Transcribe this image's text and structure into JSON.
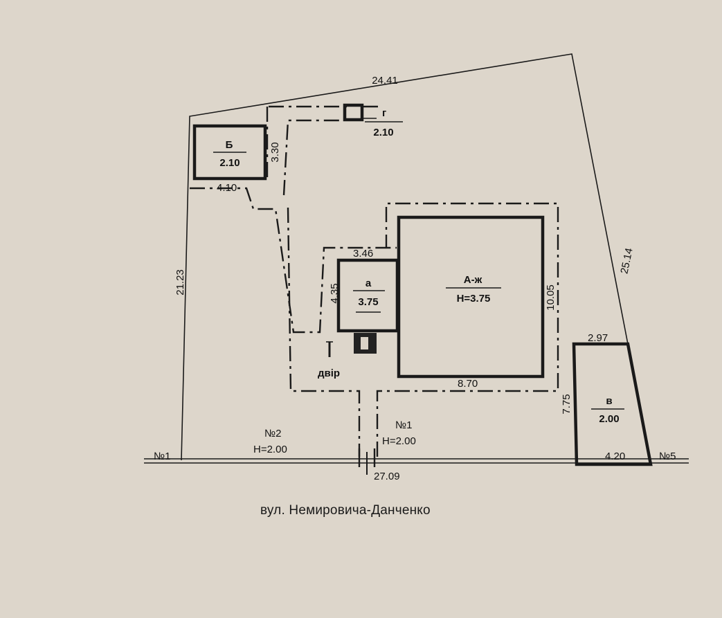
{
  "street": {
    "name": "вул. Немировича-Данченко"
  },
  "dimensions": {
    "top": "24.41",
    "left": "21.23",
    "right": "25.14",
    "bottom": "27.09",
    "b_vertical": "3.30",
    "b_bottom": "4.10",
    "a_top": "3.46",
    "a_side": "4.35",
    "main_side": "10.05",
    "main_bottom": "8.70",
    "v_top": "2.97",
    "v_side": "7.75",
    "v_bottom": "4.20"
  },
  "buildings": {
    "B": {
      "letter": "Б",
      "height": "2.10"
    },
    "G": {
      "letter": "г",
      "height": "2.10"
    },
    "A": {
      "letter": "а",
      "height": "3.75"
    },
    "main": {
      "letter": "А-ж",
      "height": "H=3.75"
    },
    "V": {
      "letter": "в",
      "height": "2.00"
    }
  },
  "gate": {
    "label": "двір"
  },
  "fences": {
    "n1_left": "№1",
    "n2": "№2",
    "n2_height": "H=2.00",
    "n1_center": "№1",
    "n1_center_height": "H=2.00",
    "n5": "№5"
  }
}
